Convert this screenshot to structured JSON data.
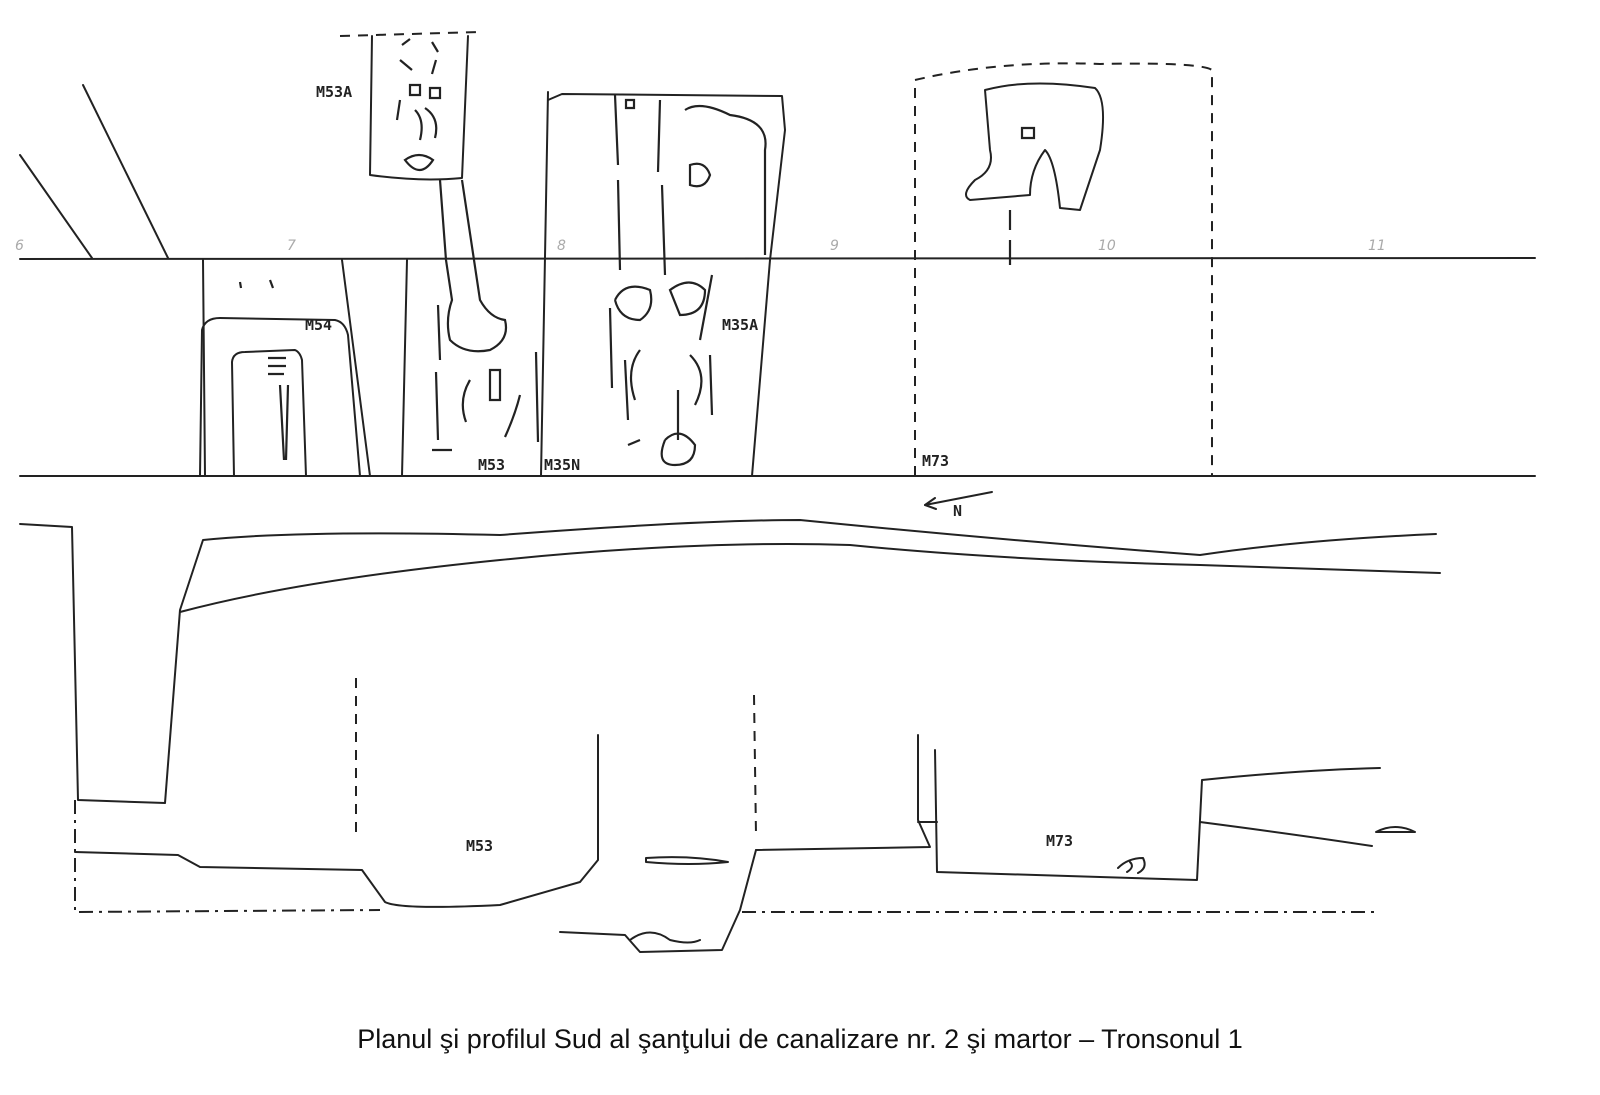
{
  "plan": {
    "scale_ticks": [
      "6",
      "7",
      "8",
      "9",
      "10",
      "11"
    ],
    "labels": {
      "m53a": "M53A",
      "m54": "M54",
      "m53": "M53",
      "m35n": "M35N",
      "m35a": "M35A",
      "m73": "M73"
    },
    "north_label": "N"
  },
  "profile": {
    "labels": {
      "m53": "M53",
      "m73": "M73"
    }
  },
  "caption": "Planul şi profilul Sud al şanţului de canalizare nr. 2 şi martor – Tronsonul 1"
}
